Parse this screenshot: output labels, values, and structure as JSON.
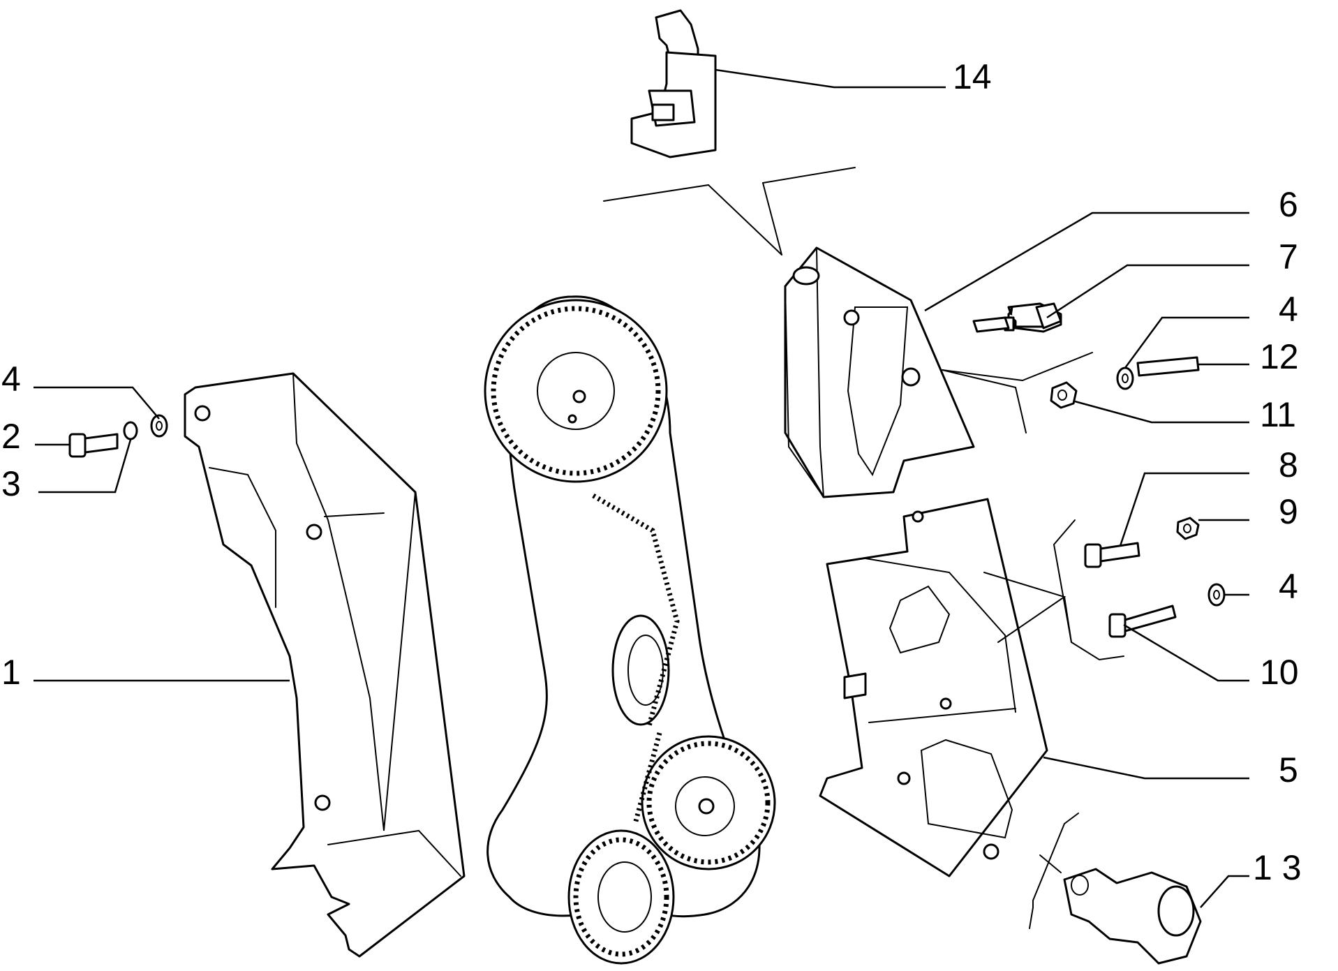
{
  "callouts": {
    "c1": "1",
    "c2": "2",
    "c3": "3",
    "c4a": "4",
    "c4b": "4",
    "c4c": "4",
    "c5": "5",
    "c6": "6",
    "c7": "7",
    "c8": "8",
    "c9": "9",
    "c10": "10",
    "c11": "11",
    "c12": "12",
    "c13": "1 3",
    "c14": "14"
  }
}
